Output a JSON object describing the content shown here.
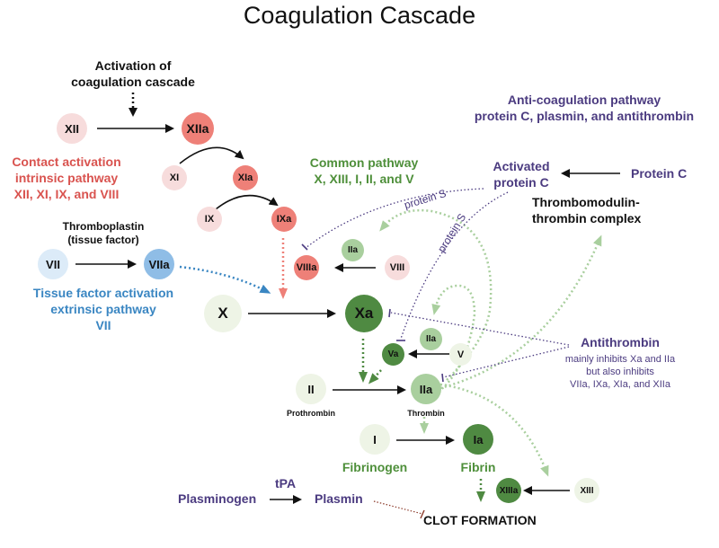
{
  "title": "Coagulation Cascade",
  "labels": {
    "activation_line1": "Activation of",
    "activation_line2": "coagulation cascade",
    "contact_line1": "Contact activation",
    "contact_line2": "intrinsic pathway",
    "contact_line3": "XII, XI, IX, and VIII",
    "thromboplastin_line1": "Thromboplastin",
    "thromboplastin_line2": "(tissue factor)",
    "tissue_line1": "Tissue factor activation",
    "tissue_line2": "extrinsic pathway",
    "tissue_line3": "VII",
    "common_line1": "Common pathway",
    "common_line2": "X, XIII, I, II, and V",
    "anti_line1": "Anti-coagulation pathway",
    "anti_line2": "protein C, plasmin, and antithrombin",
    "activated_pc_line1": "Activated",
    "activated_pc_line2": "protein C",
    "protein_c": "Protein C",
    "thrombomodulin_line1": "Thrombomodulin-",
    "thrombomodulin_line2": "thrombin complex",
    "protein_s_1": "protein S",
    "protein_s_2": "protein S",
    "antithrombin": "Antithrombin",
    "antithrombin_desc1": "mainly inhibits Xa and IIa",
    "antithrombin_desc2": "but also inhibits",
    "antithrombin_desc3": "VIIa, IXa, XIa, and XIIa",
    "prothrombin": "Prothrombin",
    "thrombin": "Thrombin",
    "fibrinogen": "Fibrinogen",
    "fibrin": "Fibrin",
    "plasminogen": "Plasminogen",
    "tpa": "tPA",
    "plasmin": "Plasmin",
    "clot_formation": "CLOT FORMATION"
  },
  "nodes": {
    "xii": "XII",
    "xiia": "XIIa",
    "xi": "XI",
    "xia": "XIa",
    "ix": "IX",
    "ixa": "IXa",
    "vii": "VII",
    "viia": "VIIa",
    "viiia": "VIIIa",
    "iia_viii": "IIa",
    "viii": "VIII",
    "x": "X",
    "xa": "Xa",
    "iia_v": "IIa",
    "va": "Va",
    "v": "V",
    "ii": "II",
    "iia": "IIa",
    "i": "I",
    "ia": "Ia",
    "xiiia": "XIIIa",
    "xiii": "XIII"
  },
  "colors": {
    "intrinsic": "#d9534f",
    "intrinsic_light": "#f7dcdc",
    "intrinsic_active": "#ee8078",
    "extrinsic": "#3a86c2",
    "extrinsic_light": "#dcebf8",
    "extrinsic_active": "#8fbde6",
    "common": "#4e8f3a",
    "common_light": "#eef4e6",
    "common_mid": "#a9cf9e",
    "common_dark": "#4f8a42",
    "anti": "#4b3b80"
  }
}
